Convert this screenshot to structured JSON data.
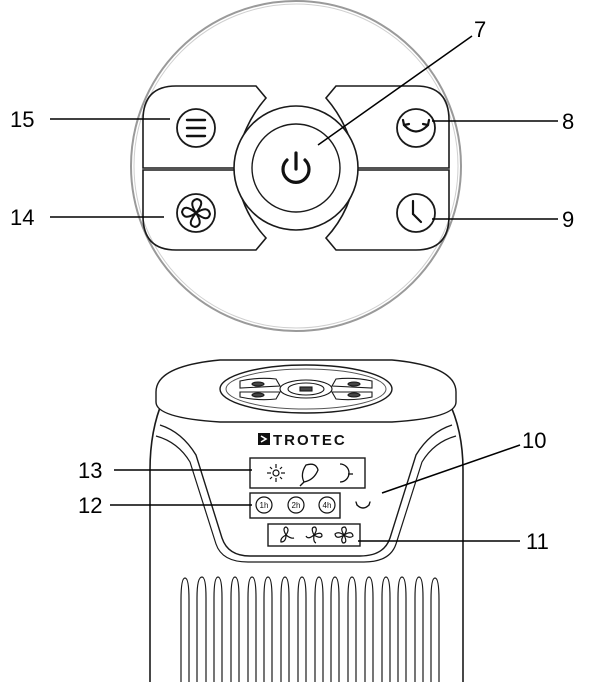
{
  "callouts": {
    "power": "7",
    "oscillation": "8",
    "timer": "9",
    "oscillation_indicator": "10",
    "fan_speed_indicators": "11",
    "timer_indicators": "12",
    "mode_indicators": "13",
    "fan_speed": "14",
    "mode": "15"
  },
  "device": {
    "brand": "TROTEC",
    "timer_labels": [
      "1h",
      "2h",
      "4h"
    ]
  },
  "icons": {
    "power": "power-icon",
    "oscillation": "oscillation-icon",
    "timer": "clock-icon",
    "fan_speed": "fan-icon",
    "mode": "menu-icon"
  }
}
